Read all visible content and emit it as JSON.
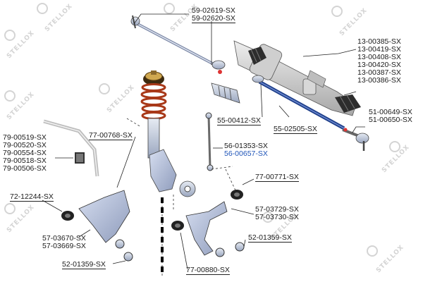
{
  "watermark": {
    "text": "STELLOX"
  },
  "callouts": {
    "tie_rod_top": [
      "59-02619-SX",
      "59-02620-SX"
    ],
    "steering_rack": [
      "13-00385-SX",
      "13-00419-SX",
      "13-00408-SX",
      "13-00420-SX",
      "13-00387-SX",
      "13-00386-SX"
    ],
    "tie_rod_end": [
      "51-00649-SX",
      "51-00650-SX"
    ],
    "rack_boot": [
      "55-00412-SX"
    ],
    "inner_tie_rod": [
      "55-02505-SX"
    ],
    "stabilizer_links": [
      "56-01353-SX",
      "56-00657-SX"
    ],
    "stabilizer_bushings": [
      "79-00519-SX",
      "79-00520-SX",
      "79-00554-SX",
      "79-00518-SX",
      "79-00506-SX"
    ],
    "front_arm": [
      "77-00768-SX"
    ],
    "front_arm_bushing": [
      "72-12244-SX"
    ],
    "front_arm_assembly": [
      "57-03670-SX",
      "57-03669-SX"
    ],
    "ball_joint_front": [
      "52-01359-SX"
    ],
    "rear_bushing_top": [
      "77-00771-SX"
    ],
    "rear_arm_assembly": [
      "57-03729-SX",
      "57-03730-SX"
    ],
    "ball_joint_rear": [
      "52-01359-SX"
    ],
    "rear_bushing_bottom": [
      "77-00880-SX"
    ]
  },
  "colors": {
    "highlight": "#1f54b8",
    "parts": "#b9c2d6",
    "rack": "#b8b8b8",
    "spring": "#c04020",
    "mount": "#c09a40"
  }
}
